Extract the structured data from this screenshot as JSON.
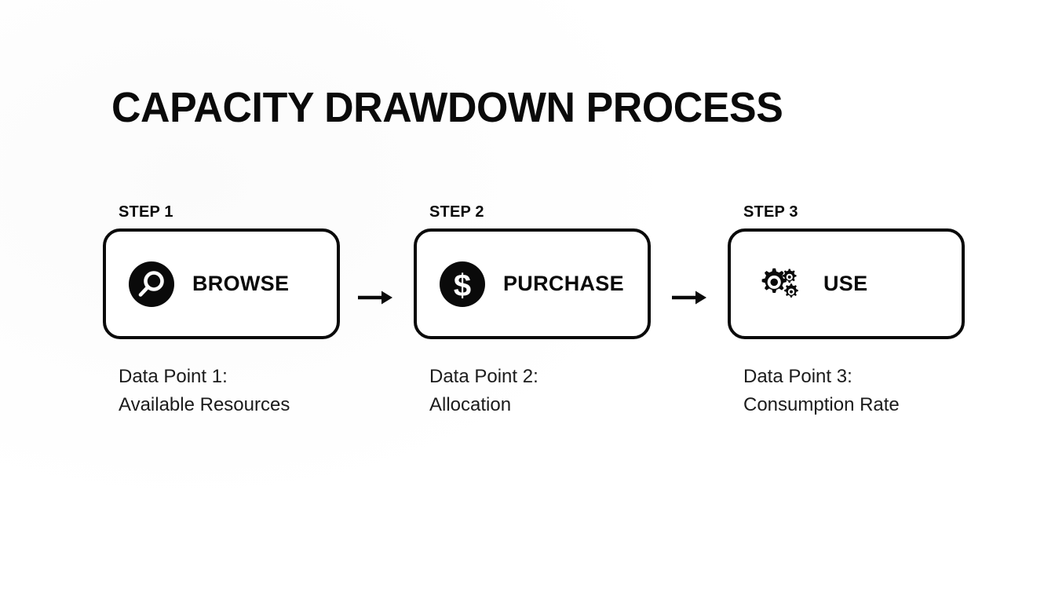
{
  "slide": {
    "title": "CAPACITY DRAWDOWN PROCESS",
    "background_color": "#ffffff",
    "ink_color": "#0a0a0a"
  },
  "steps": [
    {
      "step_label": "STEP 1",
      "name": "BROWSE",
      "icon": "search-icon",
      "caption_line1": "Data Point 1:",
      "caption_line2": "Available Resources"
    },
    {
      "step_label": "STEP 2",
      "name": "PURCHASE",
      "icon": "dollar-coin-icon",
      "caption_line1": "Data Point 2:",
      "caption_line2": "Allocation"
    },
    {
      "step_label": "STEP 3",
      "name": "USE",
      "icon": "gears-icon",
      "caption_line1": "Data Point 3:",
      "caption_line2": "Consumption Rate"
    }
  ],
  "connectors": [
    {
      "name": "arrow-right-icon",
      "from": "STEP 1",
      "to": "STEP 2"
    },
    {
      "name": "arrow-right-icon",
      "from": "STEP 2",
      "to": "STEP 3"
    }
  ]
}
